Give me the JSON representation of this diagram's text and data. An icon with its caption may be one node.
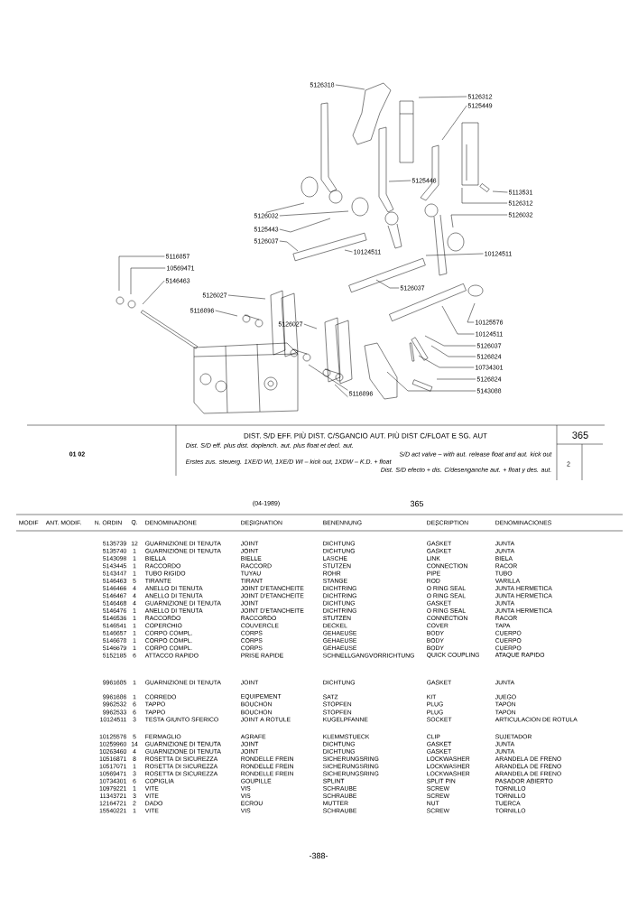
{
  "diagram": {
    "nodes": [
      {
        "text": [
          "5126318"
        ]
      },
      {
        "text": [
          "5126312"
        ]
      },
      {
        "text": [
          "5125449"
        ]
      },
      {
        "text": [
          "5125446"
        ]
      },
      {
        "text": [
          "5113531"
        ]
      },
      {
        "text": [
          "5126312"
        ]
      },
      {
        "text": [
          "5126032"
        ]
      },
      {
        "text": [
          "5126032"
        ]
      },
      {
        "text": [
          "5125443"
        ]
      },
      {
        "text": [
          "5126037"
        ]
      },
      {
        "text": [
          "10124511"
        ]
      },
      {
        "text": [
          "10124511"
        ]
      },
      {
        "text": [
          "5116857"
        ]
      },
      {
        "text": [
          "10569471"
        ]
      },
      {
        "text": [
          "5146463"
        ]
      },
      {
        "text": [
          "5126027"
        ]
      },
      {
        "text": [
          "5116896"
        ]
      },
      {
        "text": [
          "5126037"
        ]
      },
      {
        "text": [
          "5126027"
        ]
      },
      {
        "text": [
          "10125576"
        ]
      },
      {
        "text": [
          "10124511"
        ]
      },
      {
        "text": [
          "5126037"
        ]
      },
      {
        "text": [
          "5126824"
        ]
      },
      {
        "text": [
          "10734301"
        ]
      },
      {
        "text": [
          "5126824"
        ]
      },
      {
        "text": [
          "5143088"
        ]
      },
      {
        "text": [
          "5116896"
        ]
      }
    ],
    "edges": [
      {
        "from": 0,
        "to": null,
        "arrow": "none"
      },
      {
        "from": 1,
        "to": null,
        "arrow": "none"
      },
      {
        "from": 2,
        "to": null,
        "arrow": "none"
      },
      {
        "from": 3,
        "to": null,
        "arrow": "none"
      },
      {
        "from": 4,
        "to": null,
        "arrow": "none"
      },
      {
        "from": 5,
        "to": null,
        "arrow": "none"
      },
      {
        "from": 6,
        "to": null,
        "arrow": "none"
      },
      {
        "from": 7,
        "to": null,
        "arrow": "none"
      },
      {
        "from": 7,
        "to": null,
        "arrow": "none"
      },
      {
        "from": 8,
        "to": null,
        "arrow": "none"
      },
      {
        "from": 9,
        "to": null,
        "arrow": "none"
      },
      {
        "from": 10,
        "to": null,
        "arrow": "none"
      },
      {
        "from": 11,
        "to": null,
        "arrow": "none"
      },
      {
        "from": 12,
        "to": null,
        "arrow": "none"
      },
      {
        "from": 13,
        "to": null,
        "arrow": "none"
      },
      {
        "from": 14,
        "to": null,
        "arrow": "none"
      },
      {
        "from": 15,
        "to": null,
        "arrow": "none"
      },
      {
        "from": 16,
        "to": null,
        "arrow": "none"
      },
      {
        "from": 17,
        "to": null,
        "arrow": "none"
      },
      {
        "from": 18,
        "to": null,
        "arrow": "none"
      },
      {
        "from": 19,
        "to": null,
        "arrow": "none"
      },
      {
        "from": 20,
        "to": null,
        "arrow": "none"
      },
      {
        "from": 21,
        "to": null,
        "arrow": "none"
      },
      {
        "from": 22,
        "to": null,
        "arrow": "none"
      },
      {
        "from": 23,
        "to": null,
        "arrow": "none"
      },
      {
        "from": 24,
        "to": null,
        "arrow": "none"
      },
      {
        "from": 25,
        "to": null,
        "arrow": "none"
      },
      {
        "from": 26,
        "to": null,
        "arrow": "none"
      },
      {
        "from": 26,
        "to": null,
        "arrow": "none"
      }
    ],
    "labels": [
      "01 02",
      "DIST. S/D EFF. PIÙ DIST. C/SGANCIO AUT. PIÙ DIST C/FLOAT E SG. AUT",
      "Dist. S/D eff. plus dist. doplench. aut. plus float et decl. aut.",
      "S/D act valve – with aut. release float and aut. kick out",
      "Erstes zus. steuerg. 1XE/D WI, 1XE/D WI – kick out, 1XDW – K.D. + float",
      "Dist. S/D efecto + dis. C/desenganche aut. + float y des. aut.",
      "365",
      "2",
      "(04-1989)",
      "365",
      "MODIF",
      "ANT. MODIF.",
      "N. ORDIN",
      "Q.",
      "DENOMINAZIONE",
      "DESIGNATION",
      "BENENNUNG",
      "DESCRIPTION",
      "DENOMINACIONES",
      "5135739",
      "12",
      "GUARNIZIONE DI TENUTA",
      "JOINT",
      "DICHTUNG",
      "GASKET",
      "JUNTA",
      "5135740",
      "1",
      "GUARNIZIONE DI TENUTA",
      "JOINT",
      "DICHTUNG",
      "GASKET",
      "JUNTA",
      "5143098",
      "1",
      "BIELLA",
      "BIELLE",
      "LASCHE",
      "LINK",
      "BIELA",
      "5143445",
      "1",
      "RACCORDO",
      "RACCORD",
      "STUTZEN",
      "CONNECTION",
      "RACOR",
      "5143447",
      "1",
      "TUBO RIGIDO",
      "TUYAU",
      "ROHR",
      "PIPE",
      "TUBO",
      "5146463",
      "5",
      "TIRANTE",
      "TIRANT",
      "STANGE",
      "ROD",
      "VARILLA",
      "5146466",
      "4",
      "ANELLO DI TENUTA",
      "JOINT D'ETANCHEITE",
      "DICHTRING",
      "O RING SEAL",
      "JUNTA HERMETICA",
      "5146467",
      "4",
      "ANELLO DI TENUTA",
      "JOINT D'ETANCHEITE",
      "DICHTRING",
      "O RING SEAL",
      "JUNTA HERMETICA",
      "5146468",
      "4",
      "GUARNIZIONE DI TENUTA",
      "JOINT",
      "DICHTUNG",
      "GASKET",
      "JUNTA",
      "5146476",
      "1",
      "ANELLO DI TENUTA",
      "JOINT D'ETANCHEITE",
      "DICHTRING",
      "O RING SEAL",
      "JUNTA HERMETICA",
      "5146536",
      "1",
      "RACCORDO",
      "RACCORDO",
      "STUTZEN",
      "CONNECTION",
      "RACOR",
      "5146541",
      "1",
      "COPERCHIO",
      "COUVERCLE",
      "DECKEL",
      "COVER",
      "TAPA",
      "5146657",
      "1",
      "CORPO COMPL.",
      "CORPS",
      "GEHAEUSE",
      "BODY",
      "CUERPO",
      "5146678",
      "1",
      "CORPO COMPL.",
      "CORPS",
      "GEHAEUSE",
      "BODY",
      "CUERPO",
      "5146679",
      "1",
      "CORPO COMPL.",
      "CORPS",
      "GEHAEUSE",
      "BODY",
      "CUERPO",
      "5152185",
      "6",
      "ATTACCO RAPIDO",
      "PRISE RAPIDE",
      "SCHNELLGANGVORRICHTUNG",
      "QUICK COUPLING",
      "ATAQUE RAPIDO",
      "9961685",
      "1",
      "GUARNIZIONE DI TENUTA",
      "JOINT",
      "DICHTUNG",
      "GASKET",
      "JUNTA",
      "9961686",
      "1",
      "CORREDO",
      "EQUIPEMENT",
      "SATZ",
      "KIT",
      "JUEGO",
      "9962532",
      "6",
      "TAPPO",
      "BOUCHON",
      "STOPFEN",
      "PLUG",
      "TAPON",
      "9962533",
      "6",
      "TAPPO",
      "BOUCHON",
      "STOPFEN",
      "PLUG",
      "TAPON",
      "10124511",
      "3",
      "TESTA GIUNTO SFERICO",
      "JOINT A ROTULE",
      "KUGELPFANNE",
      "SOCKET",
      "ARTICULACION DE ROTULA",
      "10125576",
      "5",
      "FERMAGLIO",
      "AGRAFE",
      "KLEMMSTUECK",
      "CLIP",
      "SUJETADOR",
      "10259960",
      "14",
      "GUARNIZIONE DI TENUTA",
      "JOINT",
      "DICHTUNG",
      "GASKET",
      "JUNTA",
      "10263460",
      "4",
      "GUARNIZIONE DI TENUTA",
      "JOINT",
      "DICHTUNG",
      "GASKET",
      "JUNTA",
      "10516871",
      "8",
      "ROSETTA DI SICUREZZA",
      "RONDELLE FREIN",
      "SICHERUNGSRING",
      "LOCKWASHER",
      "ARANDELA DE FRENO",
      "10517071",
      "1",
      "ROSETTA DI SICUREZZA",
      "RONDELLE FREIN",
      "SICHERUNGSRING",
      "LOCKWASHER",
      "ARANDELA DE FRENO",
      "10569471",
      "3",
      "ROSETTA DI SICUREZZA",
      "RONDELLE FREIN",
      "SICHERUNGSRING",
      "LOCKWASHER",
      "ARANDELA DE FRENO",
      "10734301",
      "6",
      "COPIGLIA",
      "GOUPILLE",
      "SPLINT",
      "SPLIT PIN",
      "PASADOR ABIERTO",
      "10979221",
      "1",
      "VITE",
      "VIS",
      "SCHRAUBE",
      "SCREW",
      "TORNILLO",
      "11343721",
      "3",
      "VITE",
      "VIS",
      "SCHRAUBE",
      "SCREW",
      "TORNILLO",
      "12164721",
      "2",
      "DADO",
      "ECROU",
      "MUTTER",
      "NUT",
      "TUERCA",
      "15540221",
      "1",
      "VITE",
      "VIS",
      "SCHRAUBE",
      "SCREW",
      "TORNILLO",
      "-388-"
    ]
  }
}
